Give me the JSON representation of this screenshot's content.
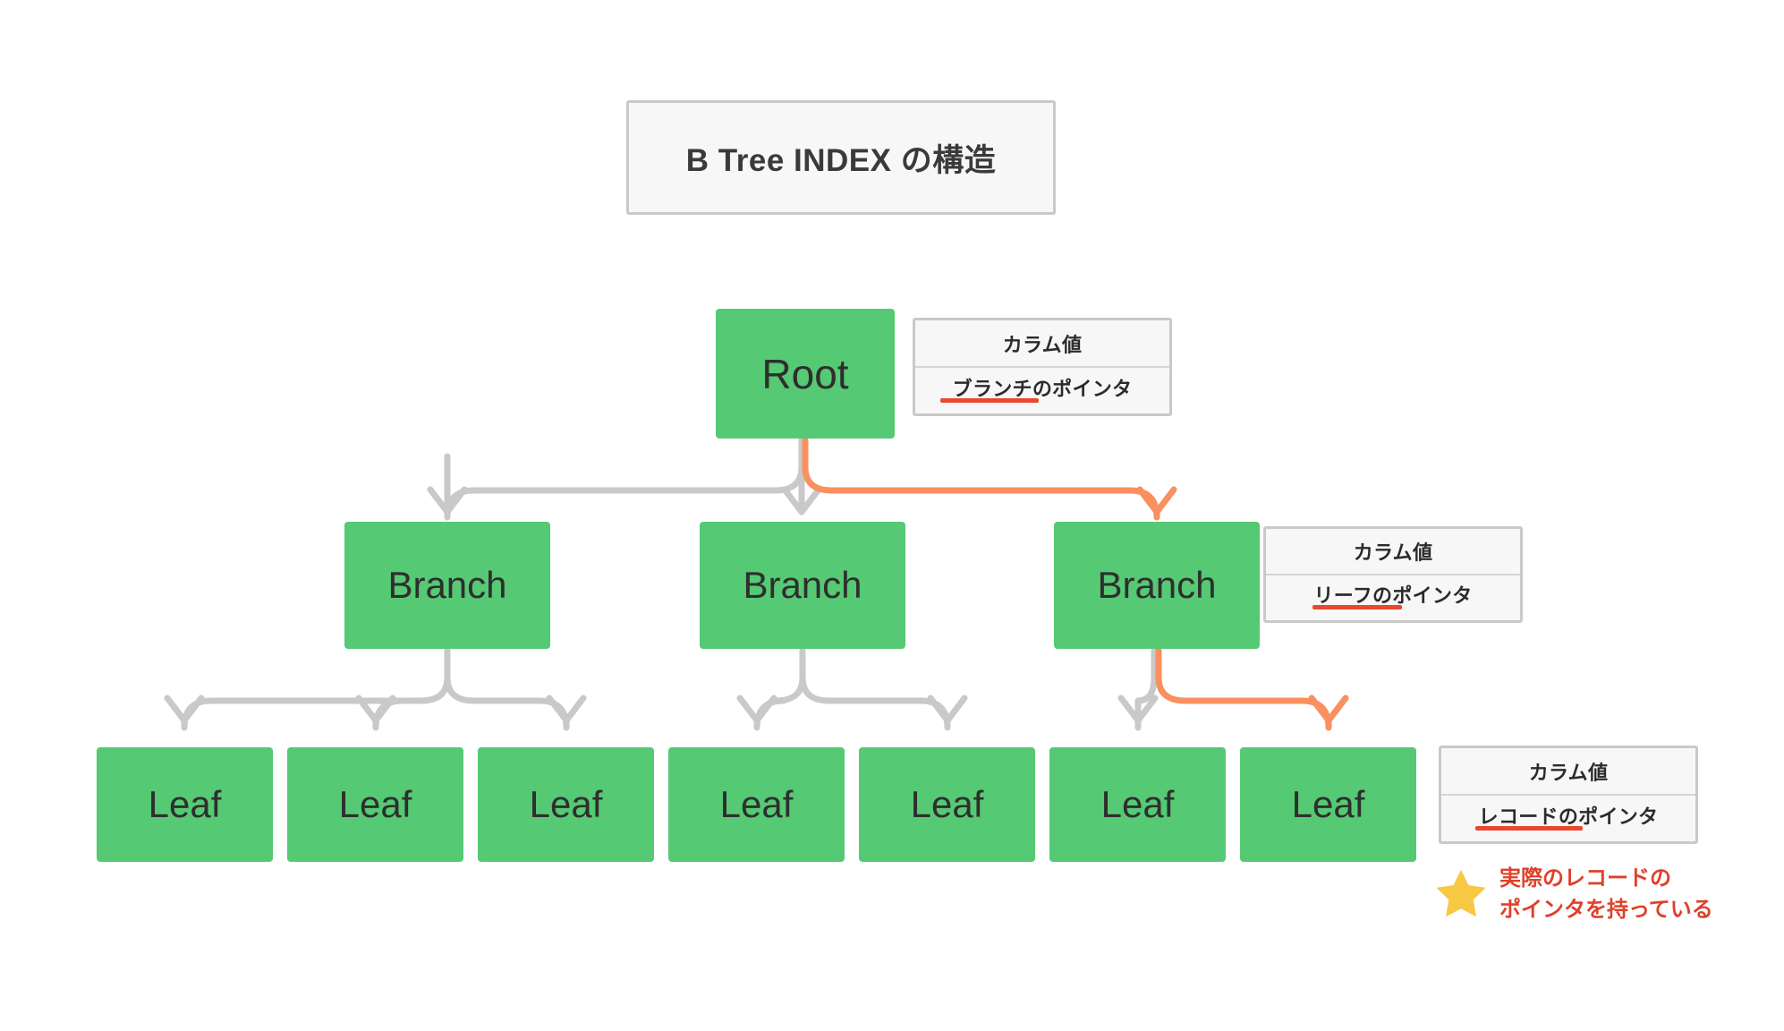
{
  "title": {
    "text": "B Tree INDEX の構造"
  },
  "colors": {
    "node_green": "#55c973",
    "connector_grey": "#c9c9c9",
    "connector_orange": "#fa8f5f",
    "underline_red": "#e8492d",
    "annotation_red": "#e0402a",
    "star_yellow": "#f7c843",
    "legend_fill": "#f7f7f7",
    "legend_border": "#c9c9c9",
    "background": "#ffffff"
  },
  "tree": {
    "root": {
      "label": "Root"
    },
    "branches": [
      {
        "label": "Branch"
      },
      {
        "label": "Branch"
      },
      {
        "label": "Branch"
      }
    ],
    "leaves": [
      {
        "label": "Leaf"
      },
      {
        "label": "Leaf"
      },
      {
        "label": "Leaf"
      },
      {
        "label": "Leaf"
      },
      {
        "label": "Leaf"
      },
      {
        "label": "Leaf"
      },
      {
        "label": "Leaf"
      }
    ]
  },
  "legends": {
    "root": {
      "column_value": "カラム値",
      "pointer": "ブランチのポインタ"
    },
    "branch": {
      "column_value": "カラム値",
      "pointer": "リーフのポインタ"
    },
    "leaf": {
      "column_value": "カラム値",
      "pointer": "レコードのポインタ"
    }
  },
  "annotation": {
    "icon": "star-icon",
    "line1": "実際のレコードの",
    "line2": "ポインタを持っている"
  }
}
